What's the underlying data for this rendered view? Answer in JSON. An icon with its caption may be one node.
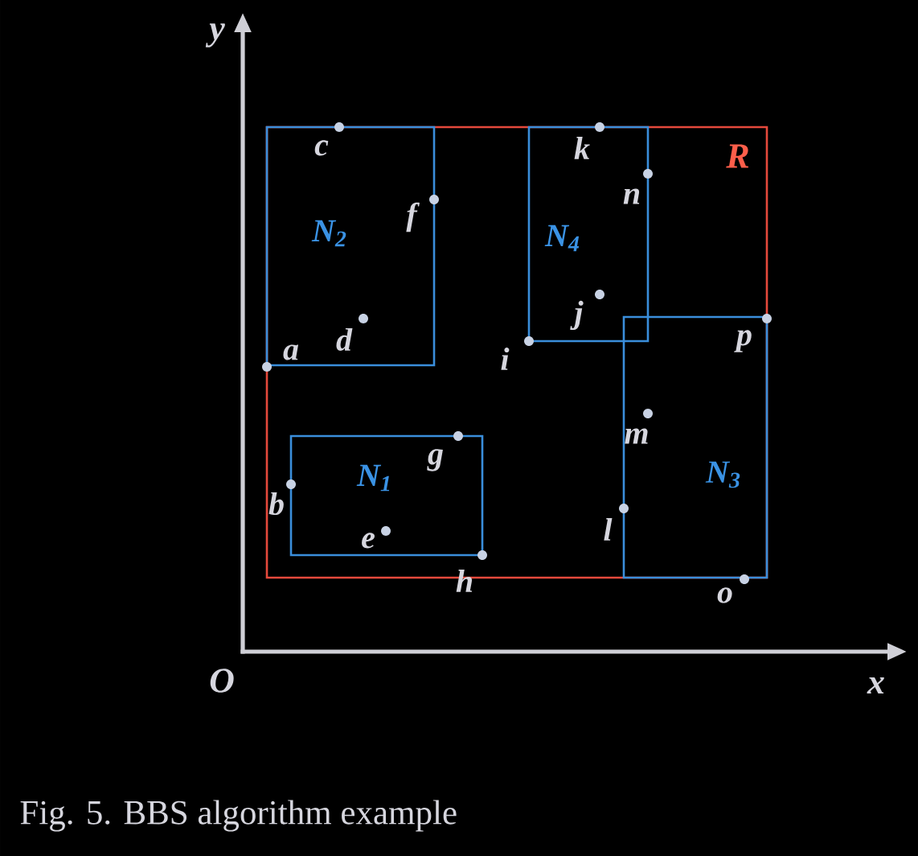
{
  "diagram": {
    "caption": "Fig. 5. BBS algorithm example",
    "nodes": [
      {
        "text": [
          "R"
        ]
      },
      {
        "text": [
          "N$_{2}$"
        ],
        "in": 0
      },
      {
        "text": [
          "N$_{4}$"
        ],
        "in": 0
      },
      {
        "text": [
          "N$_{3}$"
        ],
        "in": 0
      },
      {
        "text": [
          "N$_{1}$"
        ],
        "in": 0
      }
    ],
    "labels": [
      "y",
      "c",
      "k",
      "n",
      "f",
      "j",
      "a",
      "d",
      "i",
      "p",
      "m",
      "g",
      "b",
      "l",
      "e",
      "h",
      "o",
      "O",
      "x"
    ]
  }
}
